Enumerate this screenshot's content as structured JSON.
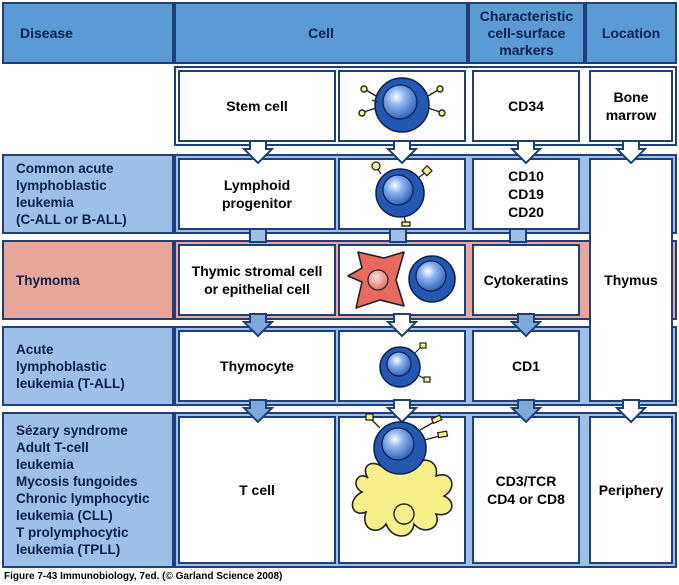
{
  "headers": {
    "disease": "Disease",
    "cell": "Cell",
    "markers": [
      "Characteristic",
      "cell-surface",
      "markers"
    ],
    "location": "Location"
  },
  "rows": [
    {
      "disease": [],
      "cell": "Stem cell",
      "markers": [
        "CD34"
      ],
      "location": [
        "Bone",
        "marrow"
      ]
    },
    {
      "disease": [
        "Common acute",
        "lymphoblastic",
        "leukemia",
        "(C-ALL or B-ALL)"
      ],
      "cell": [
        "Lymphoid",
        "progenitor"
      ],
      "markers": [
        "CD10",
        "CD19",
        "CD20"
      ]
    },
    {
      "disease": [
        "Thymoma"
      ],
      "cell": [
        "Thymic stromal cell",
        "or epithelial cell"
      ],
      "markers": [
        "Cytokeratins"
      ]
    },
    {
      "disease": [
        "Acute",
        "lymphoblastic",
        "leukemia (T-ALL)"
      ],
      "cell": [
        "Thymocyte"
      ],
      "markers": [
        "CD1"
      ]
    },
    {
      "disease": [
        "Sézary syndrome",
        "Adult T-cell",
        "leukemia",
        "Mycosis fungoides",
        "Chronic lymphocytic",
        "leukemia (CLL)",
        "T prolymphocytic",
        "leukemia (TPLL)"
      ],
      "cell": [
        "T cell"
      ],
      "markers": [
        "CD3/TCR",
        "CD4 or CD8"
      ]
    }
  ],
  "locations": {
    "bone_marrow": [
      "Bone",
      "marrow"
    ],
    "thymus": "Thymus",
    "periphery": "Periphery"
  },
  "caption": "Figure 7-43  Immunobiology, 7ed. (© Garland Science 2008)",
  "colors": {
    "header_blue": "#5b9bd5",
    "row_blue": "#9cc0e6",
    "row_pink": "#e8a79a",
    "border_navy": "#1f3f7a",
    "cell_blue": "#2558b0",
    "cell_light": "#8fb6f0",
    "stromal_red": "#e86a5e",
    "dendritic_yellow": "#f7f08a"
  }
}
